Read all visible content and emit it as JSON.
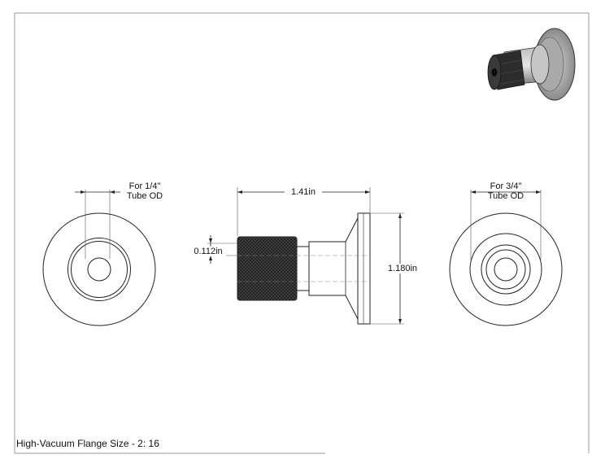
{
  "drawing": {
    "title": "High-Vacuum Flange Size - 2: 16",
    "left_view": {
      "label_line1": "For 1/4\"",
      "label_line2": "Tube OD"
    },
    "right_view": {
      "label_line1": "For 3/4\"",
      "label_line2": "Tube OD"
    },
    "side_view": {
      "length_dim": "1.41in",
      "flange_dim": "1.180in",
      "wall_dim": "0.112in"
    }
  },
  "colors": {
    "line": "#222222",
    "knurl": "#333333",
    "frame": "#888888"
  }
}
